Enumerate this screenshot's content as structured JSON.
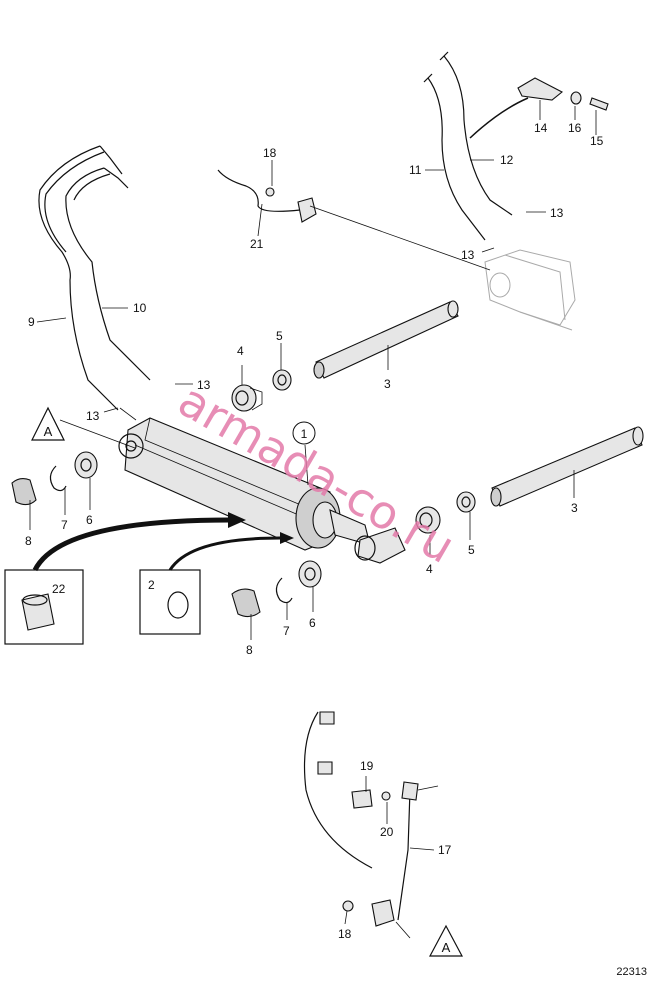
{
  "diagram_id": "22313",
  "watermark": "armada-co.ru",
  "ref_letter": "A",
  "labels": {
    "l1": "1",
    "l2": "2",
    "l3a": "3",
    "l3b": "3",
    "l4a": "4",
    "l4b": "4",
    "l5a": "5",
    "l5b": "5",
    "l6a": "6",
    "l6b": "6",
    "l7a": "7",
    "l7b": "7",
    "l8a": "8",
    "l8b": "8",
    "l9": "9",
    "l10": "10",
    "l11": "11",
    "l12": "12",
    "l13a": "13",
    "l13b": "13",
    "l13c": "13",
    "l13d": "13",
    "l14": "14",
    "l15": "15",
    "l16": "16",
    "l17": "17",
    "l18a": "18",
    "l18b": "18",
    "l19": "19",
    "l20": "20",
    "l21": "21",
    "l22": "22"
  }
}
